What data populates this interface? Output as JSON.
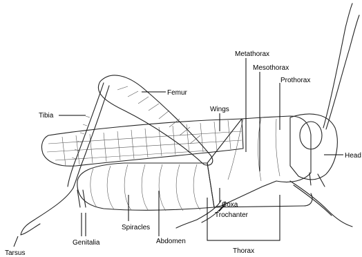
{
  "diagram": {
    "labels": {
      "femur": "Femur",
      "tibia": "Tibia",
      "wings": "Wings",
      "metathorax": "Metathorax",
      "mesothorax": "Mesothorax",
      "prothorax": "Prothorax",
      "head": "Head",
      "coxa": "Coxa",
      "trochanter": "Trochanter",
      "thorax": "Thorax",
      "abdomen": "Abdomen",
      "spiracles": "Spiracles",
      "genitalia": "Genitalia",
      "tarsus": "Tarsus"
    }
  }
}
